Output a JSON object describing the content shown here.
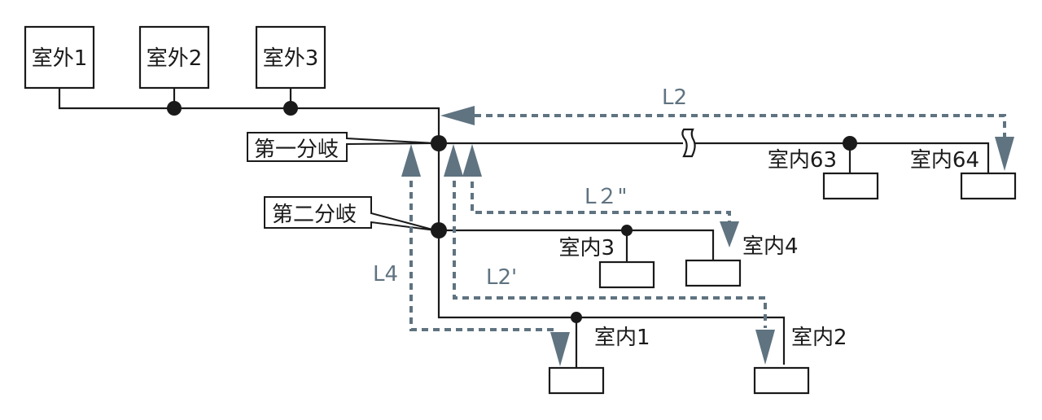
{
  "outdoor_units": [
    {
      "label": "室外1"
    },
    {
      "label": "室外2"
    },
    {
      "label": "室外3"
    }
  ],
  "branches": {
    "first": "第一分岐",
    "second": "第二分岐"
  },
  "indoor_units": [
    {
      "label": "室内1"
    },
    {
      "label": "室内2"
    },
    {
      "label": "室内3"
    },
    {
      "label": "室内4"
    },
    {
      "label": "室内63"
    },
    {
      "label": "室内64"
    }
  ],
  "dimensions": {
    "L2": "L2",
    "L2_double_prime": "L２\"",
    "L2_prime": "L2'",
    "L4": "L4"
  },
  "colors": {
    "pipe": "#1a1a1a",
    "dimension": "#5f7380"
  }
}
